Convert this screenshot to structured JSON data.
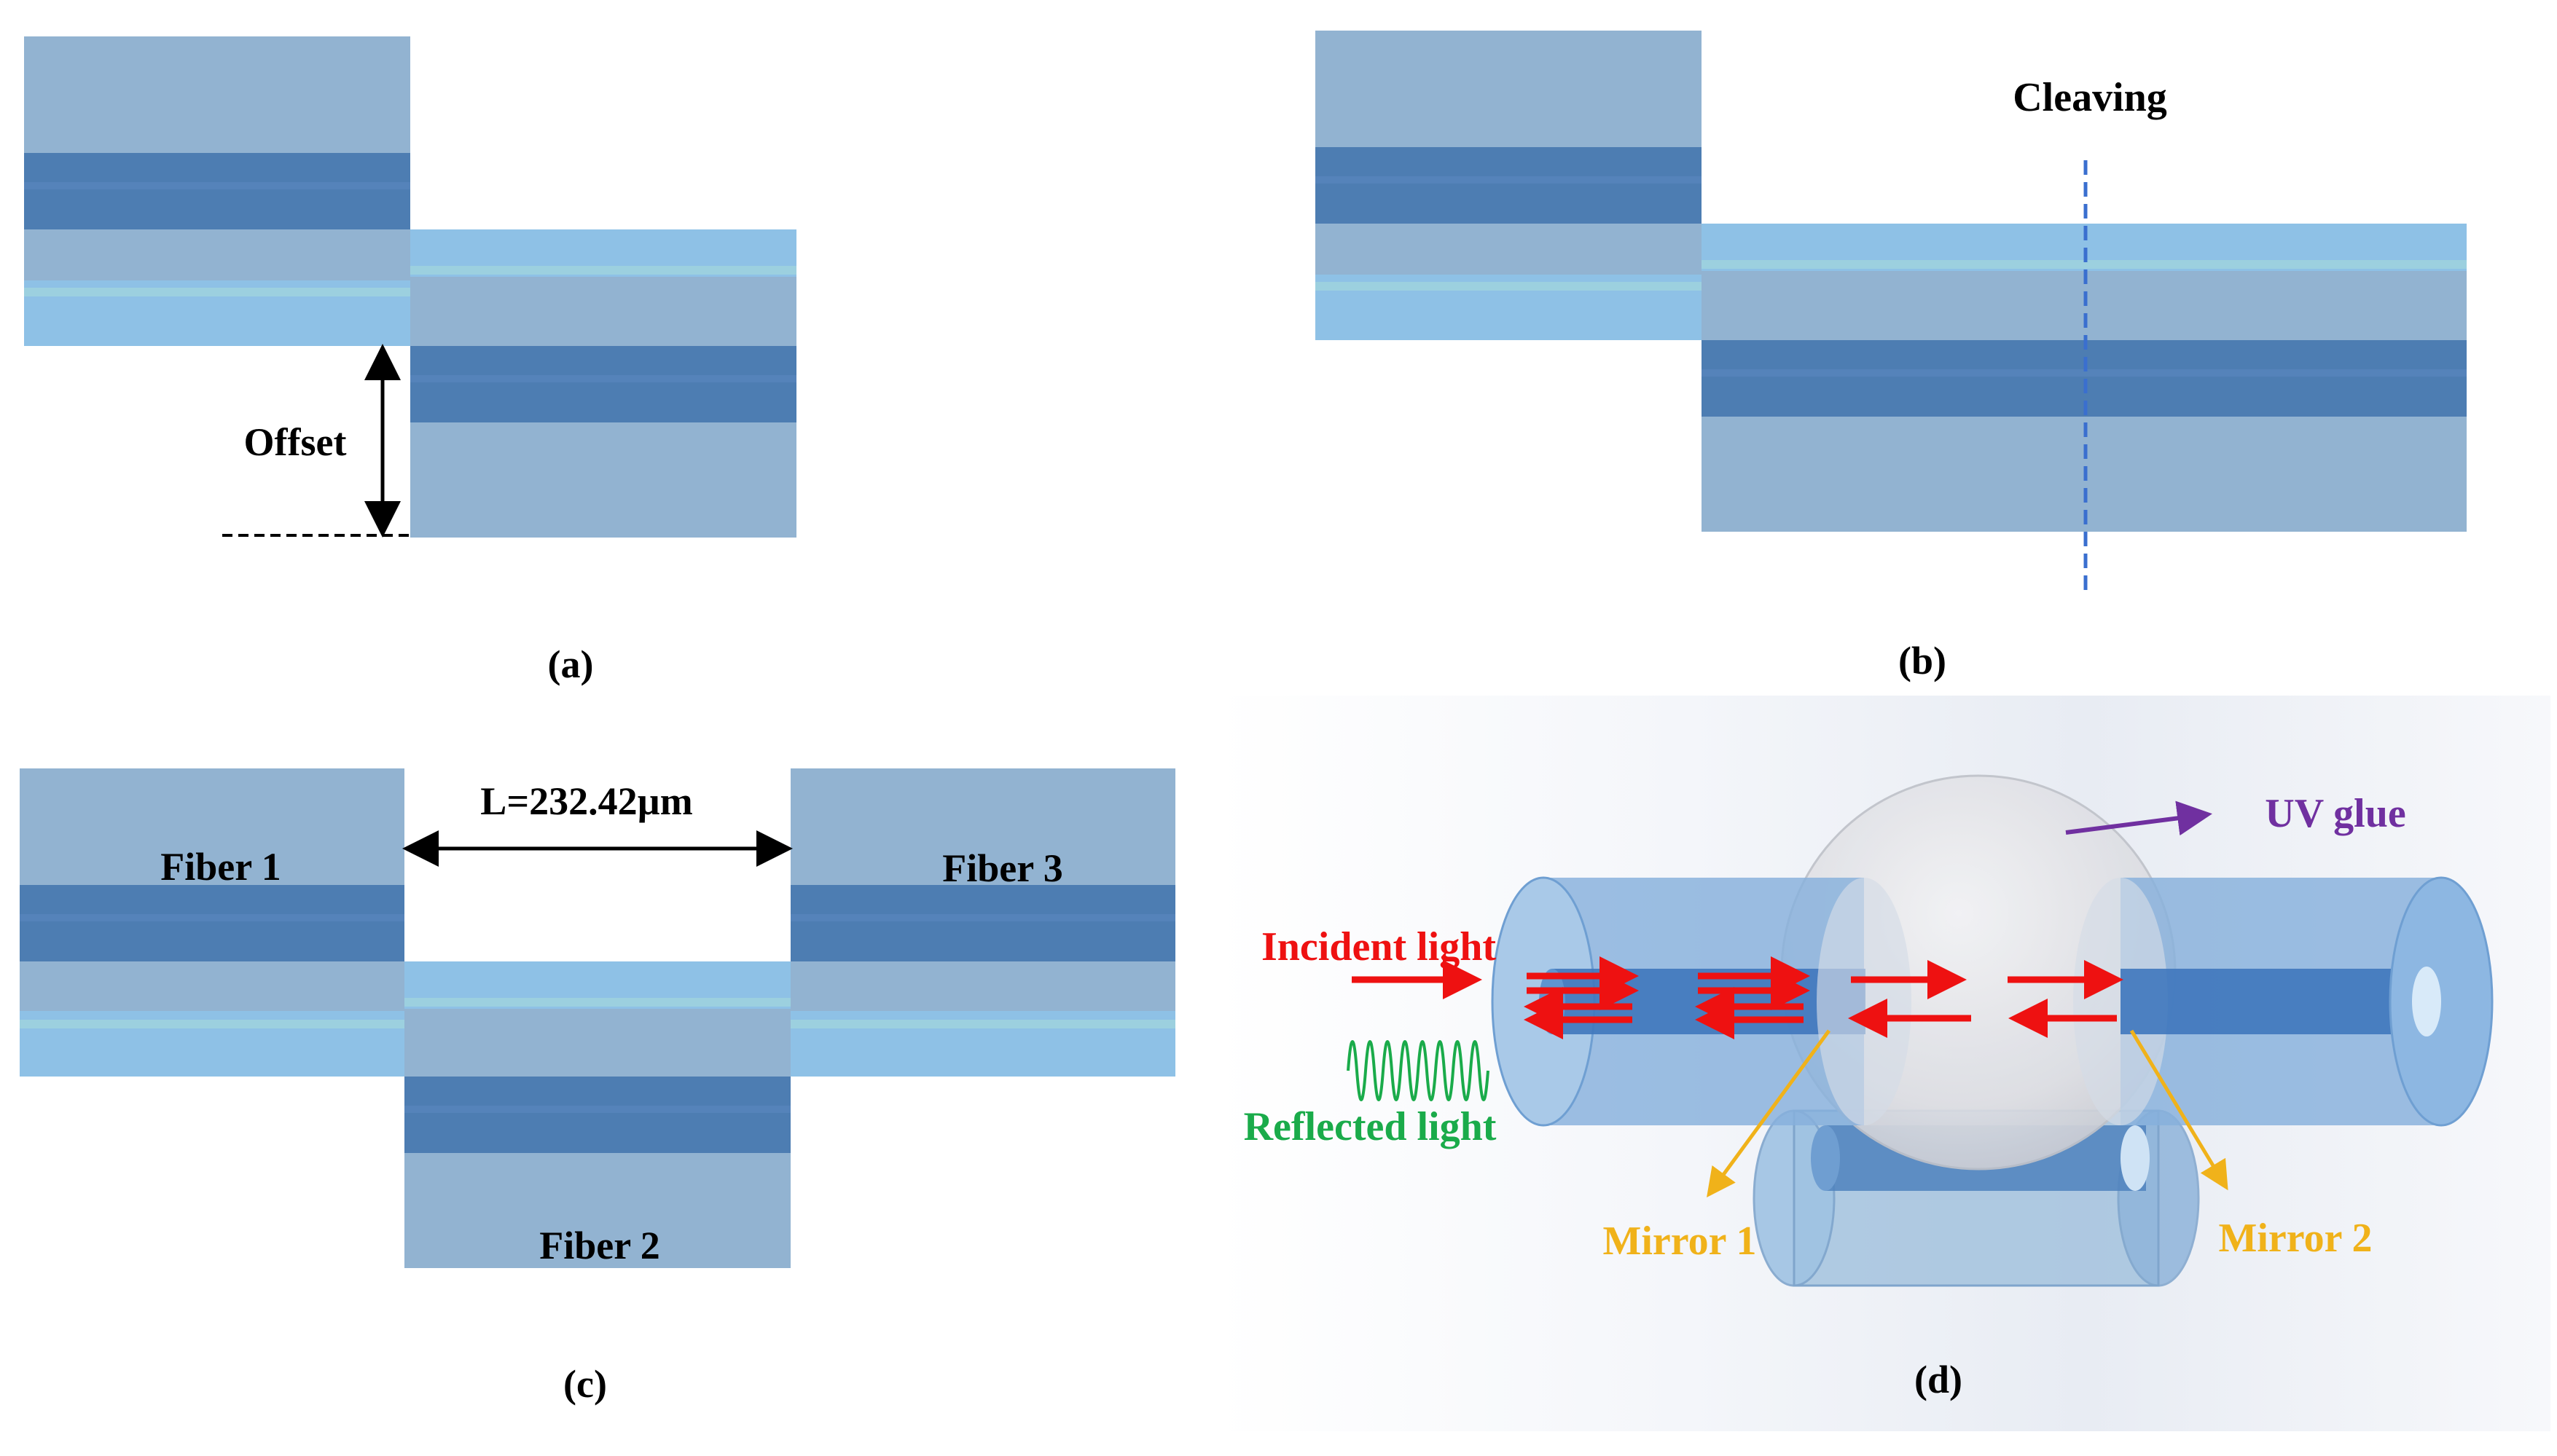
{
  "panels": {
    "a": {
      "caption": "(a)",
      "offset_label": "Offset"
    },
    "b": {
      "caption": "(b)",
      "cleave_label": "Cleaving"
    },
    "c": {
      "caption": "(c)",
      "length_label": "L=232.42µm",
      "fiber1": "Fiber 1",
      "fiber2": "Fiber 2",
      "fiber3": "Fiber 3"
    },
    "d": {
      "caption": "(d)",
      "uv_glue": "UV glue",
      "incident": "Incident light",
      "reflected": "Reflected light",
      "mirror1": "Mirror 1",
      "mirror2": "Mirror 2"
    }
  },
  "colors": {
    "cladding": "#92b3d1",
    "core": "#4d7db2",
    "light_band": "#8ec1e6",
    "incident": "#ee1111",
    "reflected": "#1aab4a",
    "uv_glue": "#7030a0",
    "mirror": "#f0b21a",
    "cleave_line": "#3a6fcf"
  }
}
